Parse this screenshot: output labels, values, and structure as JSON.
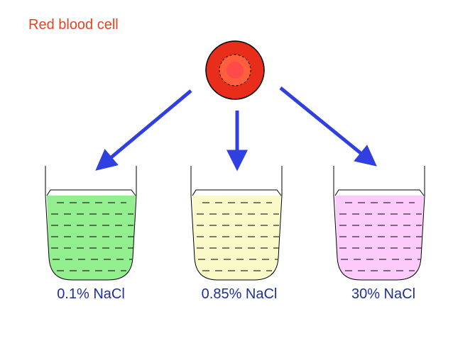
{
  "title": "Red blood cell",
  "cell": {
    "outer_color": "#e82d1a",
    "inner_color": "#ff5f3c",
    "nucleus_color": "#ff4a4a"
  },
  "arrow_color": "#3040e0",
  "beakers": [
    {
      "label": "0.1% NaCl",
      "fill": "#92ee8e"
    },
    {
      "label": "0.85% NaCl",
      "fill": "#fafac8"
    },
    {
      "label": "30% NaCl",
      "fill": "#fccbfc"
    }
  ],
  "label_color": "#1f2f9a"
}
